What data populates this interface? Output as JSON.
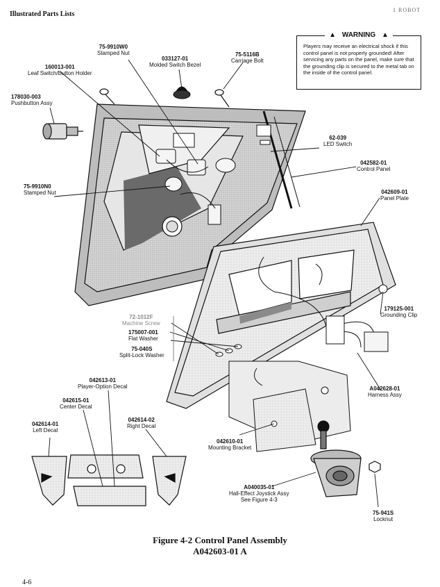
{
  "header": {
    "left": "Illustrated Parts Lists",
    "right": "1 ROBOT"
  },
  "warning": {
    "title": "WARNING",
    "text": "Players may receive an electrical shock if this control panel is not properly grounded! After servicing any parts on the panel, make sure that the grounding clip is secured to the metal tab on the inside of the control panel."
  },
  "parts": [
    {
      "id": "p1",
      "number": "75-9910W0",
      "desc": "Stamped Nut"
    },
    {
      "id": "p2",
      "number": "033127-01",
      "desc": "Molded Switch Bezel"
    },
    {
      "id": "p3",
      "number": "75-5116B",
      "desc": "Carriage Bolt"
    },
    {
      "id": "p4",
      "number": "160013-001",
      "desc": "Leaf Switch/Button Holder"
    },
    {
      "id": "p5",
      "number": "178030-003",
      "desc": "Pushbutton Assy"
    },
    {
      "id": "p6",
      "number": "62-039",
      "desc": "LED Switch"
    },
    {
      "id": "p7",
      "number": "042582-01",
      "desc": "Control Panel"
    },
    {
      "id": "p8",
      "number": "042609-01",
      "desc": "Panel Plate"
    },
    {
      "id": "p9",
      "number": "75-9910N0",
      "desc": "Stamped Nut"
    },
    {
      "id": "p10",
      "number": "179125-001",
      "desc": "Grounding Clip"
    },
    {
      "id": "p11",
      "number": "72-1012F",
      "desc": "Machine Screw"
    },
    {
      "id": "p12",
      "number": "175007-001",
      "desc": "Flat Washer"
    },
    {
      "id": "p13",
      "number": "75-040S",
      "desc": "Split-Lock Washer"
    },
    {
      "id": "p14",
      "number": "042613-01",
      "desc": "Player-Option Decal"
    },
    {
      "id": "p15",
      "number": "042615-01",
      "desc": "Center Decal"
    },
    {
      "id": "p16",
      "number": "042614-01",
      "desc": "Left Decal"
    },
    {
      "id": "p17",
      "number": "042614-02",
      "desc": "Right Decal"
    },
    {
      "id": "p18",
      "number": "A042628-01",
      "desc": "Harness Assy"
    },
    {
      "id": "p19",
      "number": "042610-01",
      "desc": "Mounting Bracket"
    },
    {
      "id": "p20",
      "number": "A040035-01",
      "desc": "Hall-Effect Joystick Assy",
      "desc2": "See Figure 4-3"
    },
    {
      "id": "p21",
      "number": "75-941S",
      "desc": "Locknut"
    }
  ],
  "caption": {
    "line1": "Figure 4-2  Control Panel Assembly",
    "line2": "A042603-01  A"
  },
  "page_number": "4-6"
}
